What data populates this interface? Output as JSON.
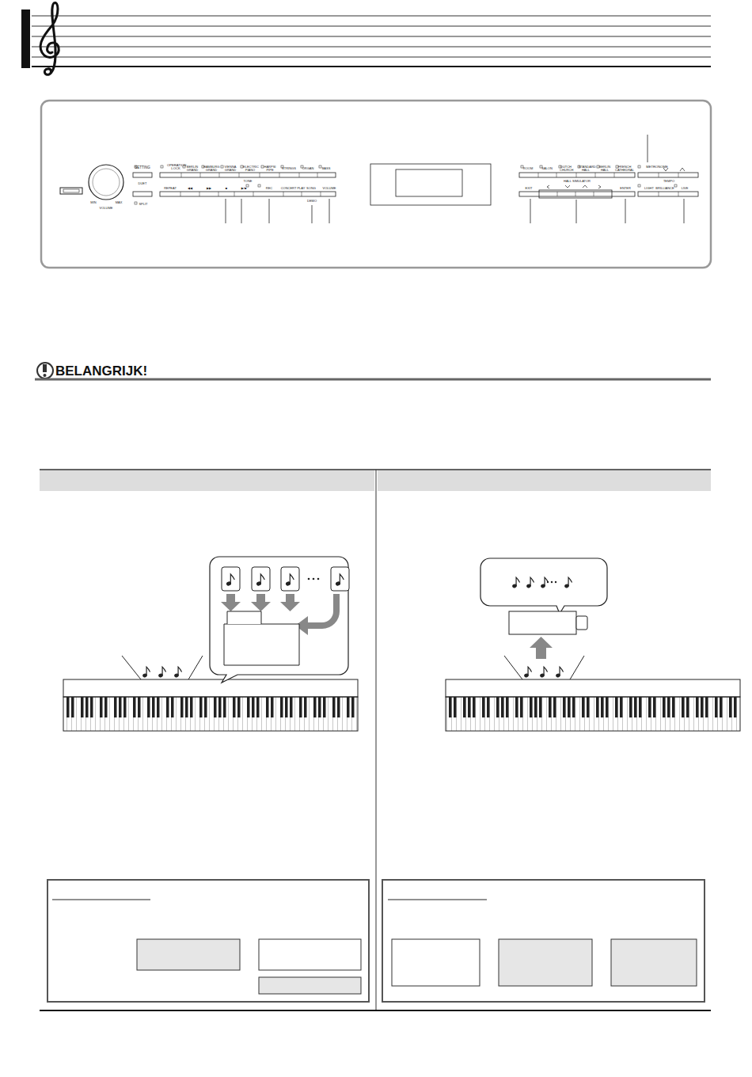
{
  "diagram": {
    "labels": [
      "SETTING",
      "OPERATION LOCK",
      "BERLIN GRAND",
      "HAMBURG GRAND",
      "VIENNA GRAND",
      "ELECTRIC PIANO",
      "HARPSI PIPE",
      "STRINGS",
      "ORGAN",
      "BASS",
      "TONE",
      "DUET",
      "SPLIT",
      "REPEAT",
      "◀◀",
      "▶▶",
      "■",
      "▶/■",
      "REC",
      "CONCERT PLAY",
      "SONG",
      "VOLUME",
      "DEMO",
      "MIN",
      "MAX",
      "VOLUME",
      "ROOM",
      "SALON",
      "DUTCH CHURCH",
      "STANDARD HALL",
      "BERLIN HALL",
      "FRENCH CATHEDRAL",
      "HALL SIMULATOR",
      "METRONOME",
      "TEMPO",
      "EXIT",
      "ENTER",
      "LIGHT",
      "BRILLIANCE",
      "LIVE",
      "BELANGRIJK!"
    ]
  }
}
